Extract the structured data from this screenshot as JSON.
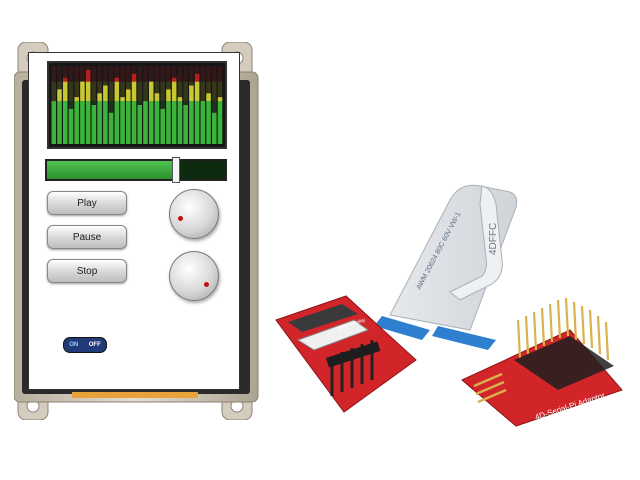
{
  "display": {
    "buttons": [
      {
        "label": "Play"
      },
      {
        "label": "Pause"
      },
      {
        "label": "Stop"
      }
    ],
    "toggle": {
      "on_label": "ON",
      "off_label": "OFF"
    },
    "slider_level": 0.72,
    "equalizer": {
      "bars": [
        0.55,
        0.7,
        0.85,
        0.45,
        0.6,
        0.8,
        0.95,
        0.5,
        0.65,
        0.75,
        0.4,
        0.85,
        0.6,
        0.7,
        0.9,
        0.5,
        0.55,
        0.8,
        0.65,
        0.45,
        0.7,
        0.85,
        0.6,
        0.5,
        0.75,
        0.9,
        0.55,
        0.65,
        0.4,
        0.6
      ],
      "colors": {
        "low": "#3cb43c",
        "mid": "#c8c832",
        "high": "#b42020"
      }
    }
  },
  "cable": {
    "print": "AWM 20624 80C 60V VW-1",
    "side_print": "4DFFC"
  },
  "adaptor_small": {
    "label": "gen4 Display"
  },
  "adaptor_large": {
    "label": "4D-Serial-Pi Adaptor"
  },
  "colors": {
    "board_red": "#d2252a",
    "bezel": "#c9c2b4",
    "cable_tip": "#2f7fd0"
  }
}
